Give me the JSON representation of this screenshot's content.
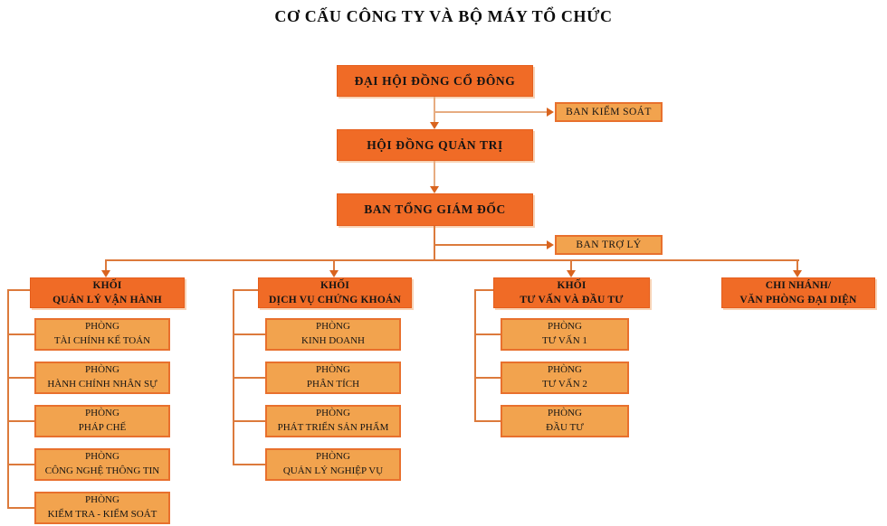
{
  "org": {
    "title": "CƠ CẤU CÔNG TY VÀ BỘ MÁY TỔ CHỨC",
    "colors": {
      "node_dark": "#F06B26",
      "node_light": "#F2A34E",
      "node_light_border": "#E8702D",
      "connector": "#DC7A3C",
      "connector_light": "#E7AC81",
      "arrow": "#D9641F",
      "text": "#141414"
    },
    "chain": {
      "shareholders": {
        "label": "ĐẠI HỘI ĐỒNG CỔ ĐÔNG"
      },
      "board": {
        "label": "HỘI ĐỒNG QUẢN TRỊ"
      },
      "ceo_board": {
        "label": "BAN TỔNG GIÁM ĐỐC"
      },
      "supervisory": {
        "label": "BAN KIỂM SOÁT"
      },
      "assistant": {
        "label": "BAN TRỢ LÝ"
      }
    },
    "divisions": [
      {
        "header_line1": "KHỐI",
        "header_line2": "QUẢN LÝ VẬN HÀNH",
        "children": [
          {
            "line1": "PHÒNG",
            "line2": "TÀI CHÍNH KẾ TOÁN"
          },
          {
            "line1": "PHÒNG",
            "line2": "HÀNH CHÍNH NHÂN SỰ"
          },
          {
            "line1": "PHÒNG",
            "line2": "PHÁP CHẾ"
          },
          {
            "line1": "PHÒNG",
            "line2": "CÔNG NGHỆ THÔNG TIN"
          },
          {
            "line1": "PHÒNG",
            "line2": "KIỂM TRA - KIỂM SOÁT"
          }
        ]
      },
      {
        "header_line1": "KHỐI",
        "header_line2": "DỊCH VỤ CHỨNG KHOÁN",
        "children": [
          {
            "line1": "PHÒNG",
            "line2": "KINH DOANH"
          },
          {
            "line1": "PHÒNG",
            "line2": "PHÂN TÍCH"
          },
          {
            "line1": "PHÒNG",
            "line2": "PHÁT TRIỂN SẢN PHẨM"
          },
          {
            "line1": "PHÒNG",
            "line2": "QUẢN LÝ NGHIỆP VỤ"
          }
        ]
      },
      {
        "header_line1": "KHỐI",
        "header_line2": "TƯ VẤN VÀ ĐẦU TƯ",
        "children": [
          {
            "line1": "PHÒNG",
            "line2": "TƯ VẤN 1"
          },
          {
            "line1": "PHÒNG",
            "line2": "TƯ VẤN 2"
          },
          {
            "line1": "PHÒNG",
            "line2": "ĐẦU TƯ"
          }
        ]
      },
      {
        "header_line1": "CHI NHÁNH/",
        "header_line2": "VĂN PHÒNG ĐẠI DIỆN",
        "children": []
      }
    ]
  }
}
